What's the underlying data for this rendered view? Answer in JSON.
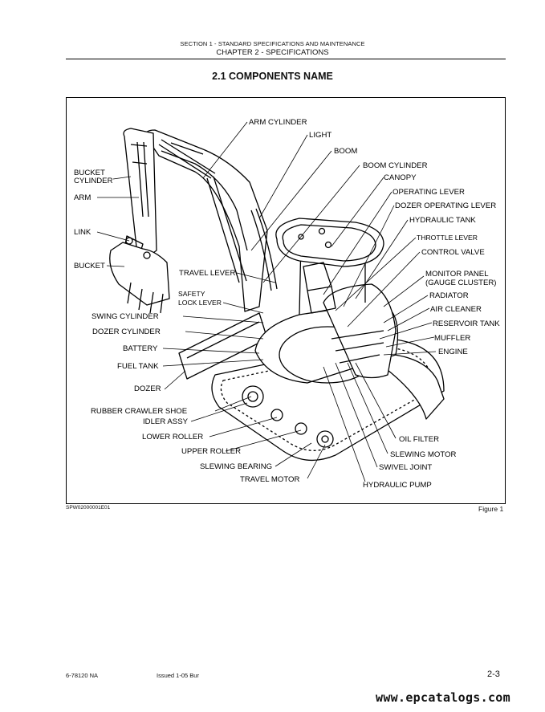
{
  "header": {
    "section": "SECTION 1 - STANDARD SPECIFICATIONS AND MAINTENANCE",
    "chapter": "CHAPTER 2 - SPECIFICATIONS"
  },
  "section_title": "2.1  COMPONENTS NAME",
  "figure": {
    "labels_left": [
      "BUCKET",
      "CYLINDER",
      "ARM",
      "LINK",
      "BUCKET",
      "TRAVEL LEVER",
      "SAFETY",
      "LOCK LEVER",
      "SWING CYLINDER",
      "DOZER CYLINDER",
      "BATTERY",
      "FUEL TANK",
      "DOZER",
      "RUBBER CRAWLER SHOE",
      "IDLER ASSY",
      "LOWER ROLLER",
      "UPPER ROLLER",
      "SLEWING BEARING",
      "TRAVEL MOTOR"
    ],
    "labels_right": [
      "ARM CYLINDER",
      "LIGHT",
      "BOOM",
      "BOOM CYLINDER",
      "CANOPY",
      "OPERATING LEVER",
      "DOZER OPERATING LEVER",
      "HYDRAULIC TANK",
      "THROTTLE LEVER",
      "CONTROL VALVE",
      "MONITOR PANEL",
      "(GAUGE CLUSTER)",
      "RADIATOR",
      "AIR CLEANER",
      "RESERVOIR TANK",
      "MUFFLER",
      "ENGINE",
      "OIL FILTER",
      "SLEWING MOTOR",
      "SWIVEL JOINT",
      "HYDRAULIC PUMP"
    ],
    "code": "SPW02000001E01",
    "caption": "Figure 1"
  },
  "footer": {
    "doc_number": "6-78120 NA",
    "issued": "Issued 1-05   Bur",
    "page": "2-3"
  },
  "watermark": "www.epcatalogs.com"
}
